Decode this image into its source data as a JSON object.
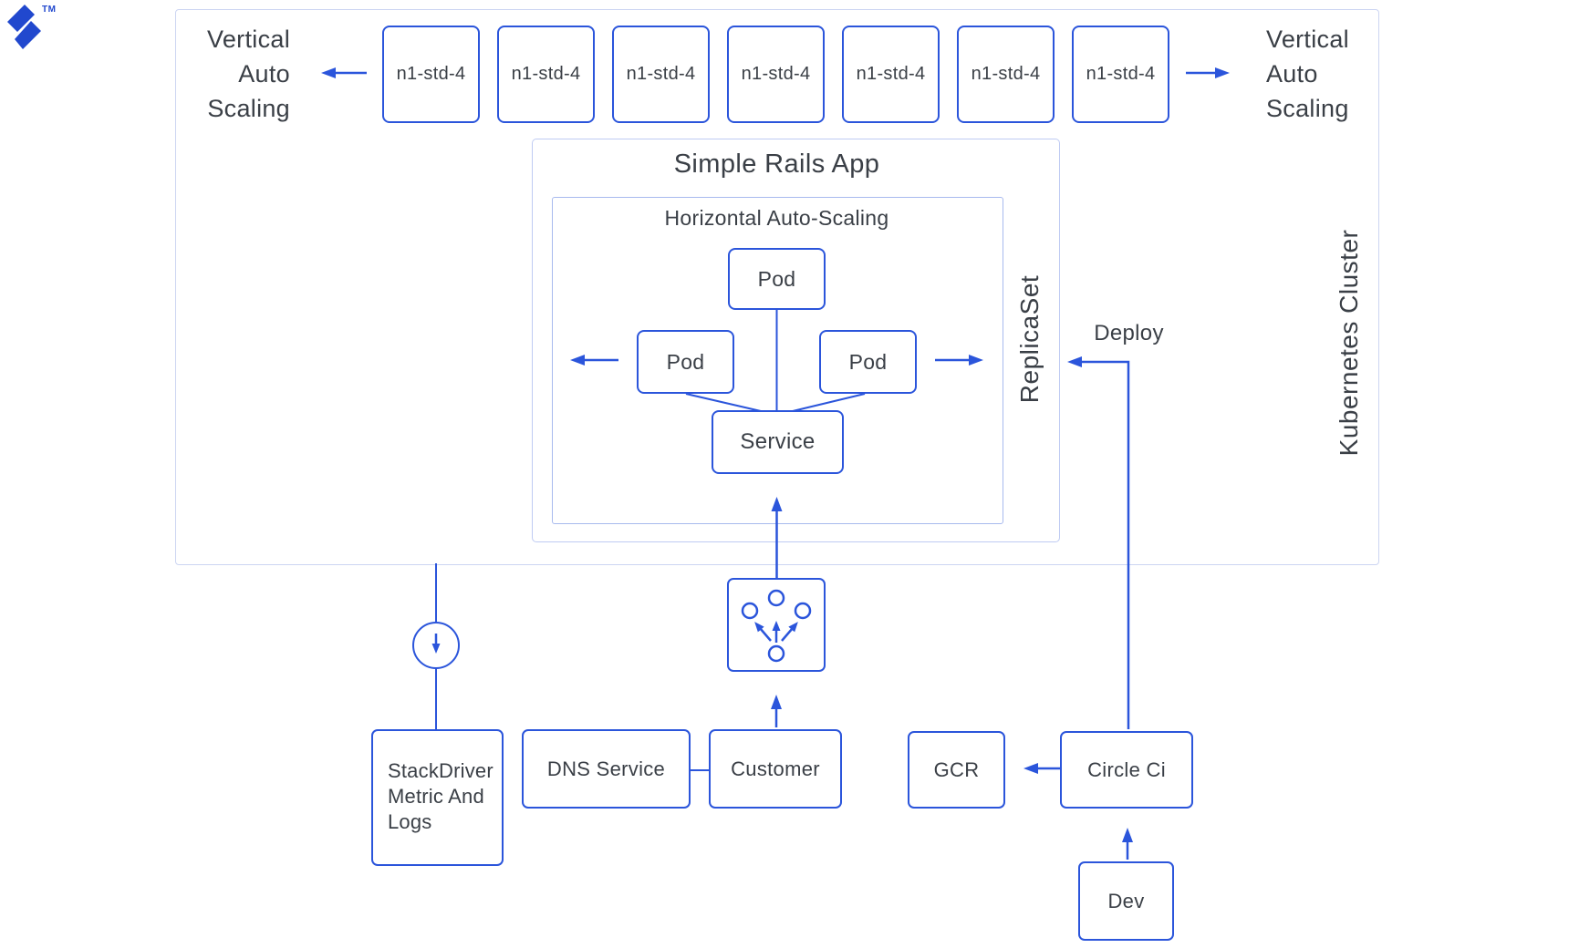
{
  "logo": {
    "tm": "TM"
  },
  "scaling_left": {
    "line1": "Vertical",
    "line2": "Auto",
    "line3": "Scaling"
  },
  "scaling_right": {
    "line1": "Vertical",
    "line2": "Auto",
    "line3": "Scaling"
  },
  "cluster": {
    "title": "Kubernetes Cluster"
  },
  "nodes": [
    "n1-std-4",
    "n1-std-4",
    "n1-std-4",
    "n1-std-4",
    "n1-std-4",
    "n1-std-4",
    "n1-std-4"
  ],
  "rails": {
    "title": "Simple Rails App",
    "hpa_title": "Horizontal Auto-Scaling",
    "pod_top": "Pod",
    "pod_left": "Pod",
    "pod_right": "Pod",
    "service": "Service",
    "replicaset": "ReplicaSet"
  },
  "deploy": {
    "label": "Deploy"
  },
  "bottom_row": {
    "stackdriver": {
      "line1": "StackDriver",
      "line2": "Metric And",
      "line3": "Logs"
    },
    "dns": "DNS Service",
    "customer": "Customer",
    "gcr": "GCR",
    "circleci": "Circle Ci",
    "dev": "Dev"
  },
  "colors": {
    "accent_blue": "#2b55db",
    "logo_blue": "#2148ce",
    "cluster_border": "#ccd5f2",
    "rails_border": "#bfcbf3",
    "hpa_border": "#a8baee",
    "text": "#3a3f46"
  }
}
